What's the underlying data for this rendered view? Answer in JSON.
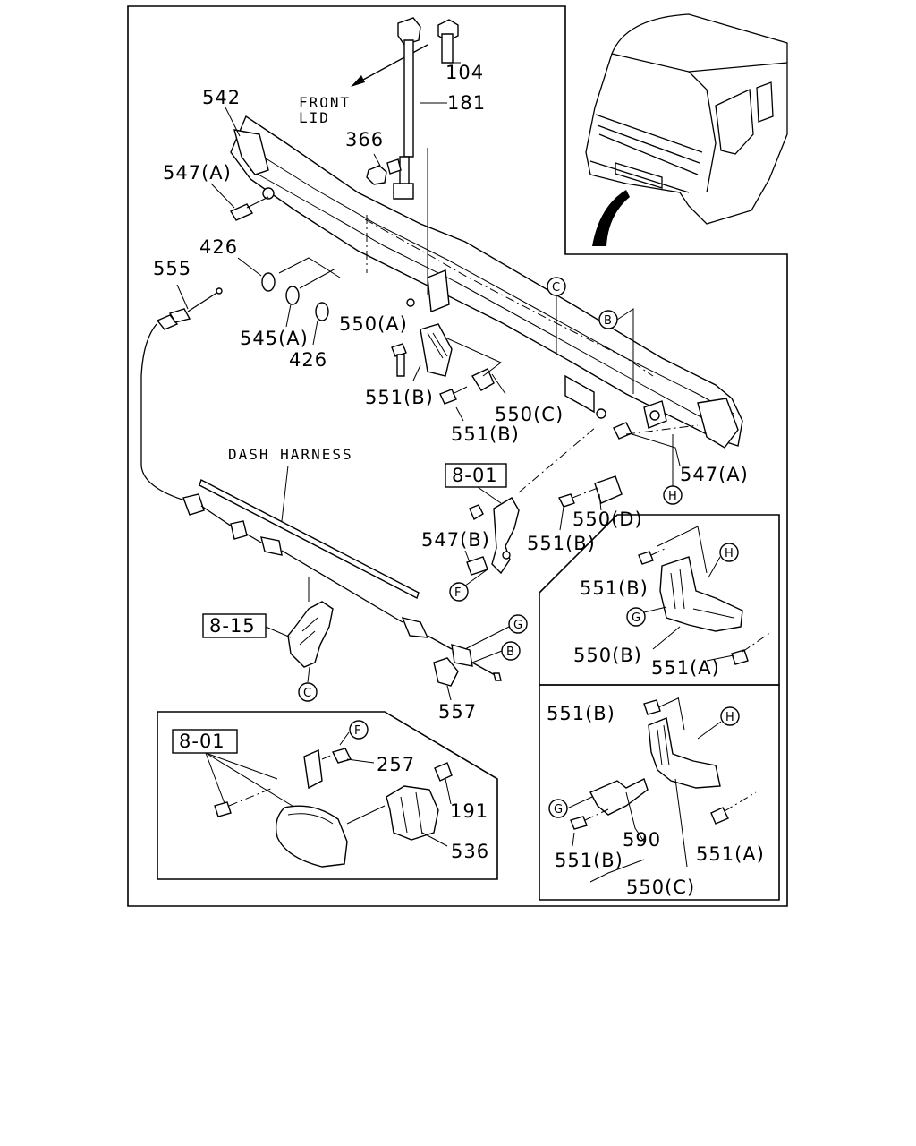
{
  "front_lid_label": [
    "FRONT",
    "LID"
  ],
  "dash_harness_label": "DASH HARNESS",
  "ref_boxes": {
    "ref_801_top": "8-01",
    "ref_815": "8-15",
    "ref_801_inset": "8-01"
  },
  "part_numbers": {
    "p542": "542",
    "p547a_left": "547(A)",
    "p104": "104",
    "p181": "181",
    "p366": "366",
    "p426_top": "426",
    "p555": "555",
    "p545a": "545(A)",
    "p550a": "550(A)",
    "p426_bottom": "426",
    "p551b_1": "551(B)",
    "p551b_2": "551(B)",
    "p550c_main": "550(C)",
    "p547a_right": "547(A)",
    "p550d": "550(D)",
    "p547b": "547(B)",
    "p551b_3": "551(B)",
    "p551b_4": "551(B)",
    "p550b": "550(B)",
    "p551a_1": "551(A)",
    "p557": "557",
    "p551b_5": "551(B)",
    "p257": "257",
    "p191": "191",
    "p536": "536",
    "p590": "590",
    "p551a_2": "551(A)",
    "p551b_6": "551(B)",
    "p550c_inset": "550(C)"
  },
  "circle_markers": {
    "c_main": "C",
    "b_main": "B",
    "h_main": "H",
    "f_main": "F",
    "g_cable": "G",
    "b_cable": "B",
    "c_lower": "C",
    "h_inset1": "H",
    "g_inset1": "G",
    "f_inset3": "F",
    "h_inset2": "H",
    "g_inset2": "G"
  }
}
